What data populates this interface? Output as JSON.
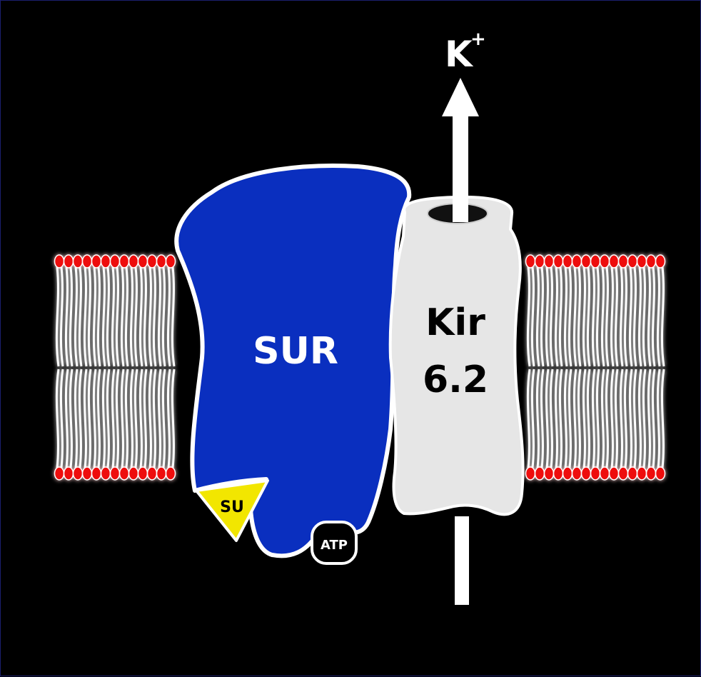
{
  "diagram": {
    "ion_label": "K",
    "ion_charge": "+",
    "sur_label": "SUR",
    "kir_label_line1": "Kir",
    "kir_label_line2": "6.2",
    "su_label": "SU",
    "atp_label": "ATP"
  },
  "colors": {
    "background": "#000000",
    "sur_fill": "#0a2fbf",
    "kir_fill": "#e6e6e6",
    "lipid_head": "#ee1111",
    "lipid_tail": "#ffffff",
    "su_fill": "#f2e600",
    "atp_fill": "#000000",
    "outline": "#ffffff"
  }
}
